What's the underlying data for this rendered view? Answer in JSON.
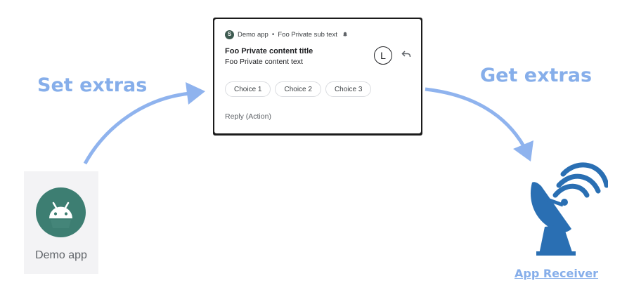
{
  "labels": {
    "set_extras": "Set extras",
    "get_extras": "Get extras"
  },
  "notification": {
    "app_name": "Demo app",
    "separator": "•",
    "sub_text": "Foo Private sub text",
    "title": "Foo Private content title",
    "text": "Foo Private content text",
    "avatar_letter": "L",
    "choices": [
      "Choice 1",
      "Choice 2",
      "Choice 3"
    ],
    "action": "Reply (Action)",
    "icons": {
      "app": "app-icon",
      "bell": "bell-icon",
      "reply": "reply-icon"
    }
  },
  "demo_app": {
    "name": "Demo app",
    "icon": "android-icon"
  },
  "receiver": {
    "name": "App Receiver",
    "icon": "satellite-dish-icon"
  },
  "colors": {
    "arrow": "#8fb3ee",
    "label": "#86aeea",
    "dish": "#2a6fb3",
    "android_bg": "#3d7e72"
  }
}
